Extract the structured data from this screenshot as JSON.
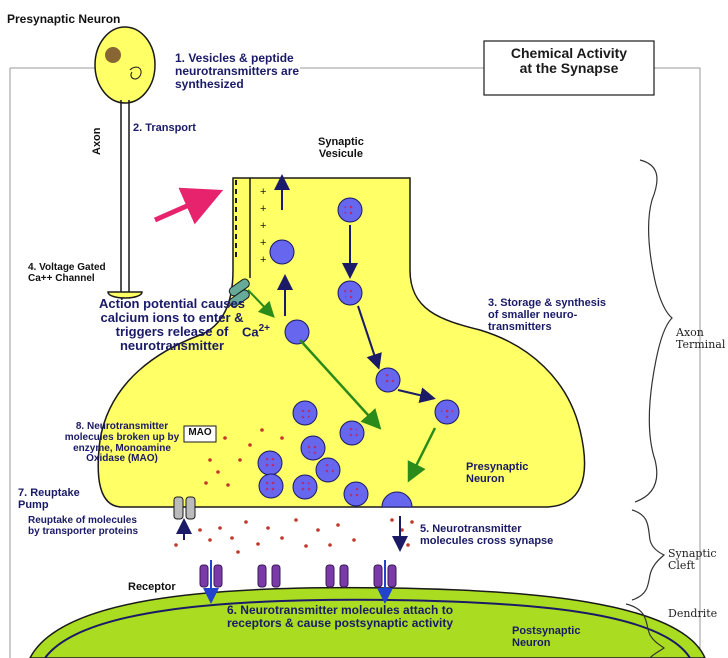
{
  "title_left": "Presynaptic Neuron",
  "title_box": "Chemical Activity\nat the Synapse",
  "steps": {
    "s1": "1. Vesicles & peptide\nneurotransmitters are\nsynthesized",
    "s2": "2. Transport",
    "axon": "Axon",
    "vesicle_label": "Synaptic\nVesicule",
    "s3": "3. Storage & synthesis\nof smaller neuro-\ntransmitters",
    "s4": "4. Voltage Gated\nCa++ Channel",
    "action": "Action potential causes\ncalcium ions to enter &\ntriggers release of\nneurotransmitter",
    "ca": "Ca",
    "ca_sup": "2+",
    "s8": "8. Neurotransmitter\nmolecules broken up by\nenzyme, Monoamine\nOxidase (MAO)",
    "mao": "MAO",
    "s7": "7. Reuptake\nPump",
    "s7b": "Reuptake of molecules\nby transporter proteins",
    "s5": "5. Neurotransmitter\nmolecules cross synapse",
    "presyn": "Presynaptic\nNeuron",
    "receptor": "Receptor",
    "s6": "6. Neurotransmitter molecules attach to\nreceptors & cause postsynaptic activity",
    "postsyn": "Postsynaptic\nNeuron"
  },
  "brackets": {
    "axon_terminal": "Axon\nTerminal",
    "synaptic_cleft": "Synaptic\nCleft",
    "dendrite": "Dendrite"
  },
  "colors": {
    "neuron_fill": "#ffff66",
    "post_fill": "#aadd22",
    "outline": "#1a1a1a",
    "vesicle": "#6666ee",
    "arrow_pink": "#e8236e",
    "arrow_green": "#2a8a1a",
    "arrow_navy": "#1a1a66",
    "receptor": "#7a3aa8"
  }
}
